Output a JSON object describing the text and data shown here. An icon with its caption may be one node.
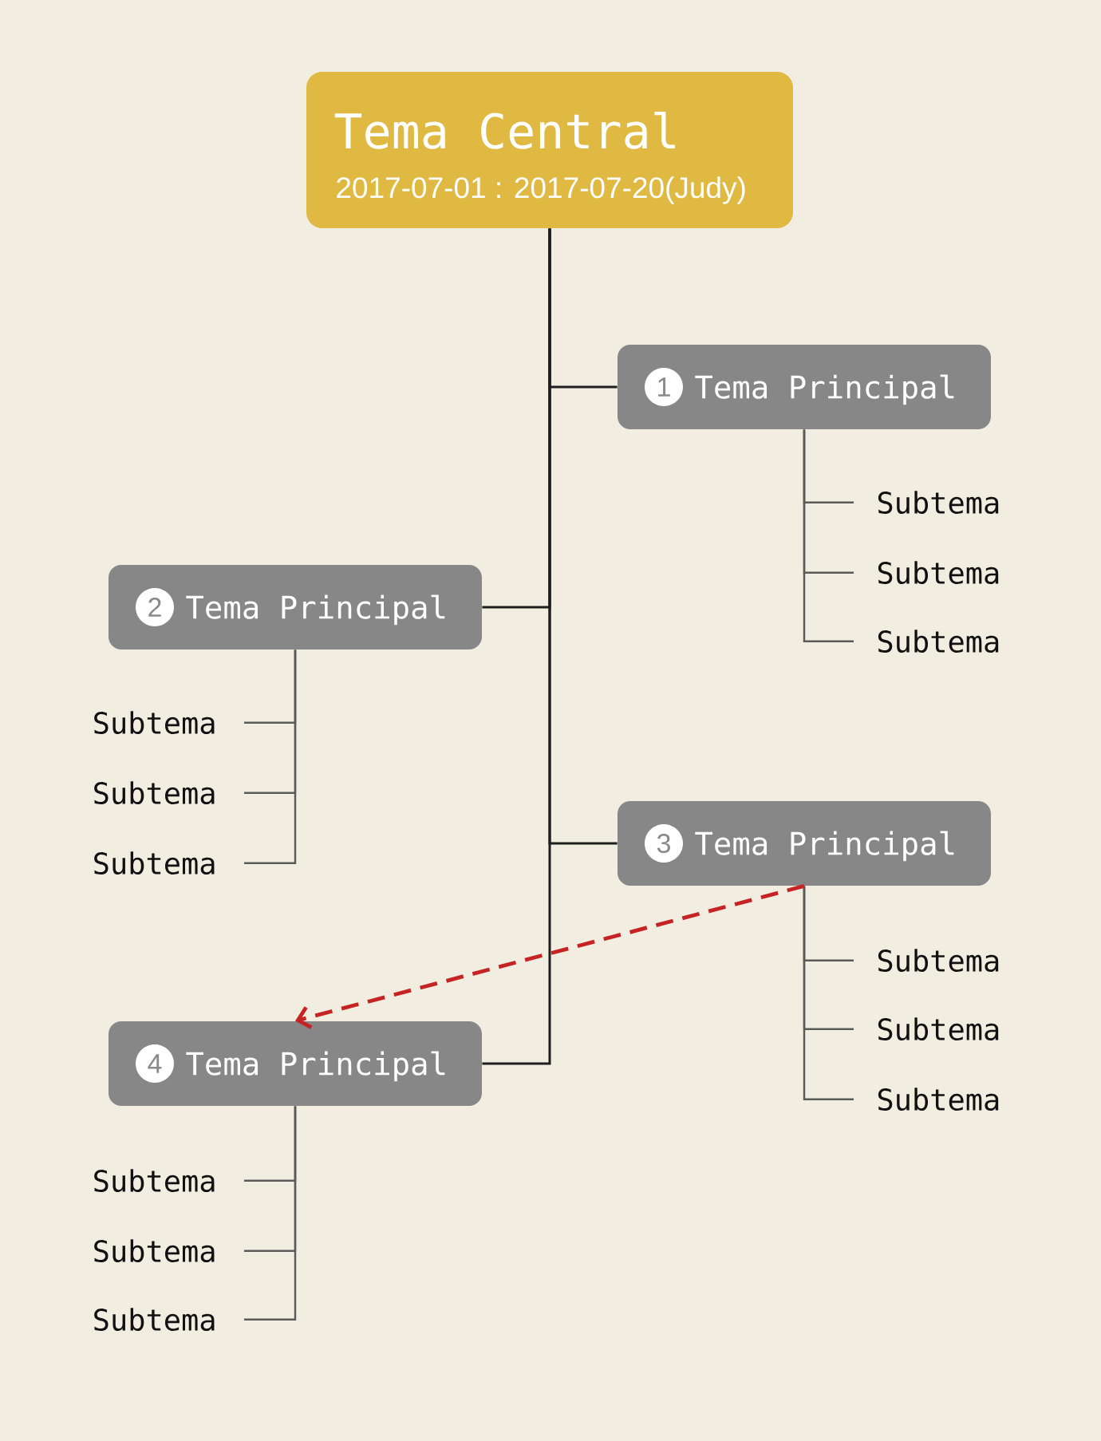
{
  "diagram": {
    "nodes": [
      {
        "text": [
          "Tema Central",
          "2017-07-01 : 2017-07-20(Judy)"
        ]
      },
      {
        "text": [
          "1",
          "Tema Principal"
        ]
      },
      {
        "text": [
          "Subtema"
        ]
      },
      {
        "text": [
          "Subtema"
        ]
      },
      {
        "text": [
          "Subtema"
        ]
      },
      {
        "text": [
          "2",
          "Tema Principal"
        ]
      },
      {
        "text": [
          "Subtema"
        ]
      },
      {
        "text": [
          "Subtema"
        ]
      },
      {
        "text": [
          "Subtema"
        ]
      },
      {
        "text": [
          "3",
          "Tema Principal"
        ]
      },
      {
        "text": [
          "Subtema"
        ]
      },
      {
        "text": [
          "Subtema"
        ]
      },
      {
        "text": [
          "Subtema"
        ]
      },
      {
        "text": [
          "4",
          "Tema Principal"
        ]
      },
      {
        "text": [
          "Subtema"
        ]
      },
      {
        "text": [
          "Subtema"
        ]
      },
      {
        "text": [
          "Subtema"
        ]
      }
    ],
    "edges": [
      {
        "from": 0,
        "to": 1,
        "arrow": "none",
        "color": "#1e1e1e"
      },
      {
        "from": 0,
        "to": 5,
        "arrow": "none",
        "color": "#1e1e1e"
      },
      {
        "from": 0,
        "to": 9,
        "arrow": "none",
        "color": "#1e1e1e"
      },
      {
        "from": 0,
        "to": 13,
        "arrow": "none",
        "color": "#1e1e1e"
      },
      {
        "from": 1,
        "to": 2,
        "arrow": "none"
      },
      {
        "from": 1,
        "to": 3,
        "arrow": "none"
      },
      {
        "from": 1,
        "to": 4,
        "arrow": "none"
      },
      {
        "from": 5,
        "to": 6,
        "arrow": "none"
      },
      {
        "from": 5,
        "to": 7,
        "arrow": "none"
      },
      {
        "from": 5,
        "to": 8,
        "arrow": "none"
      },
      {
        "from": 9,
        "to": 10,
        "arrow": "none"
      },
      {
        "from": 9,
        "to": 11,
        "arrow": "none"
      },
      {
        "from": 9,
        "to": 12,
        "arrow": "none"
      },
      {
        "from": 13,
        "to": 14,
        "arrow": "none"
      },
      {
        "from": 13,
        "to": 15,
        "arrow": "none"
      },
      {
        "from": 13,
        "to": 16,
        "arrow": "none"
      },
      {
        "from": 9,
        "to": 13,
        "arrow": "to",
        "style": "dashed",
        "color": "#c62424"
      }
    ]
  }
}
